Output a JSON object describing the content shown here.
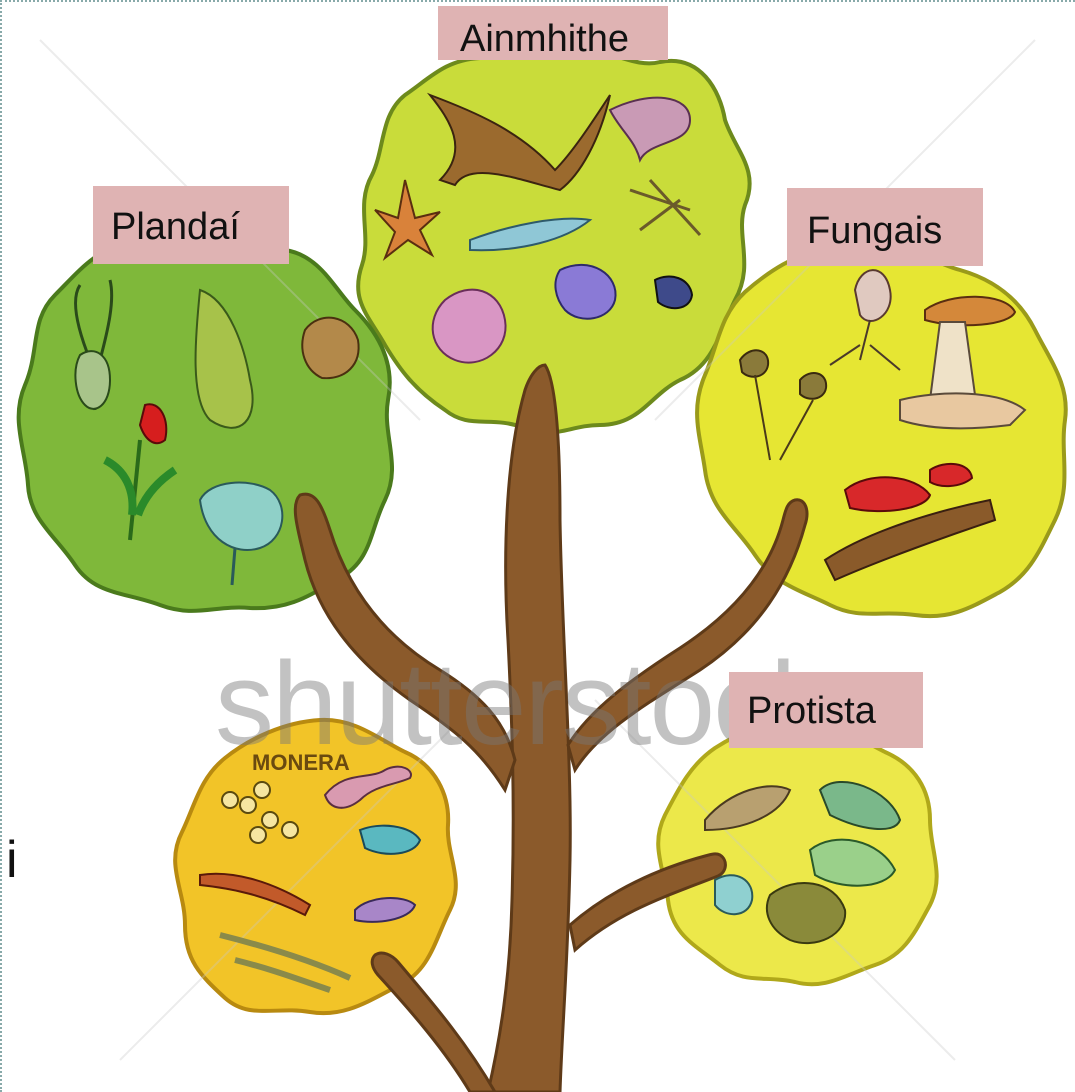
{
  "labels": {
    "animals": "Ainmhithe",
    "plants": "Plandaí",
    "fungi": "Fungais",
    "protists": "Protista",
    "monera": "MONERA"
  },
  "watermark": "shutterstock",
  "side_mark": "i",
  "colors": {
    "label_bg": "#dfb3b3",
    "animals_blob": "#c9dc3a",
    "plants_blob": "#7fb83a",
    "fungi_blob": "#e6e633",
    "protists_blob": "#ece84a",
    "monera_blob": "#f2c428",
    "trunk": "#8b5a2b"
  }
}
